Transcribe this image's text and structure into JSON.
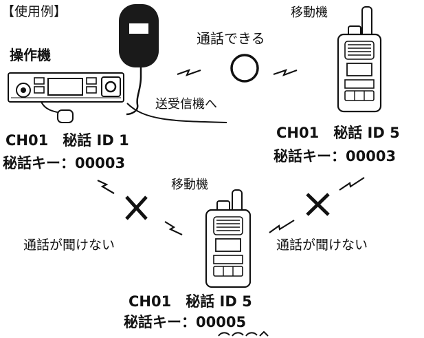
{
  "header": {
    "title": "【使用例】"
  },
  "controller": {
    "label": "操作機",
    "cable_label": "送受信機へ",
    "channel_line": "CH01　秘話 ID 1",
    "key_line": "秘話キー：00003"
  },
  "radio_top": {
    "label": "移動機",
    "channel_line": "CH01　秘話 ID 5",
    "key_line": "秘話キー：00003"
  },
  "radio_bottom": {
    "label": "移動機",
    "channel_line": "CH01　秘話 ID 5",
    "key_line": "秘話キー：00005"
  },
  "links": {
    "ok_text": "通話できる",
    "fail_left_text": "通話が聞けない",
    "fail_right_text": "通話が聞けない"
  },
  "colors": {
    "ink": "#111111",
    "device_body": "#1a1a1a",
    "background": "#ffffff"
  }
}
